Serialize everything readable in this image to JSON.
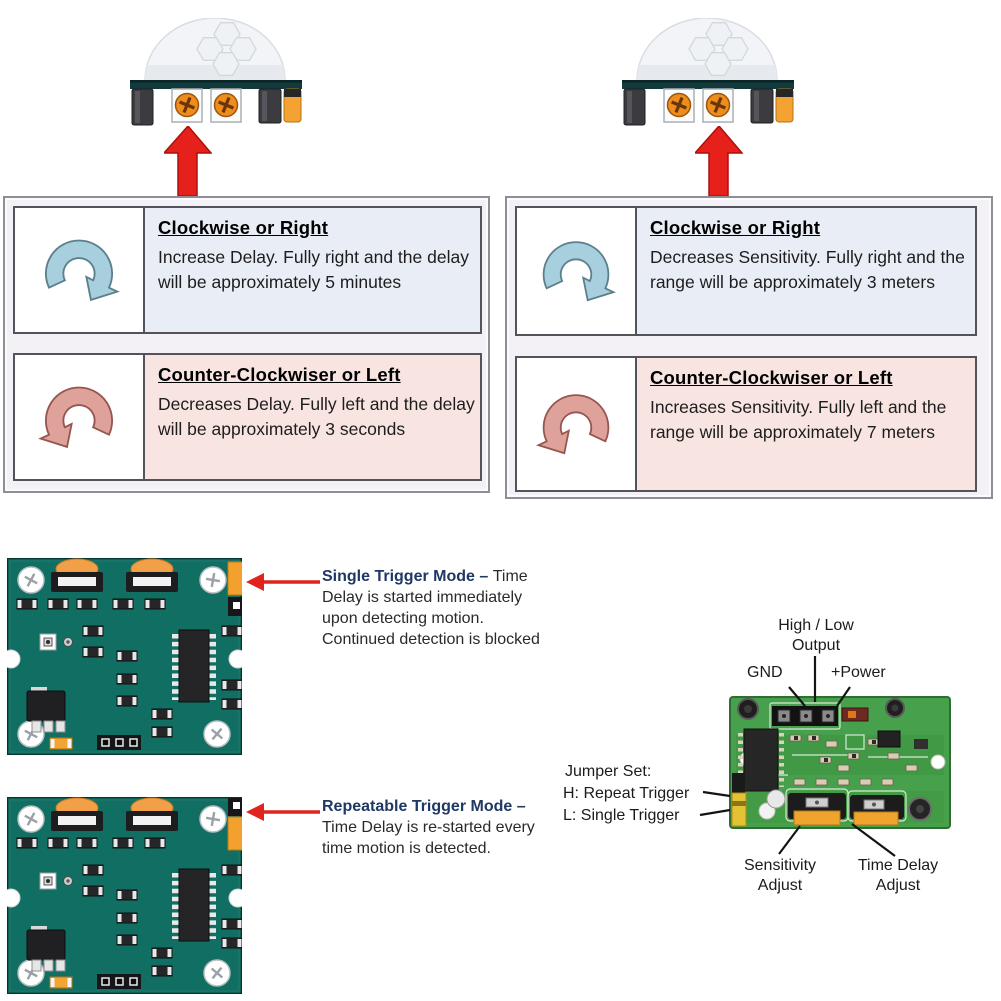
{
  "title": "PIR motion sensor adjustment diagram",
  "tables": {
    "delay": {
      "rows": [
        {
          "heading": "Clockwise or Right",
          "body": "Increase Delay.  Fully right and the delay will be approximately 5 minutes",
          "icon": "clockwise-arrow-icon"
        },
        {
          "heading": "Counter-Clockwiser or Left",
          "body": "Decreases Delay.  Fully left and the delay will be approximately 3 seconds",
          "icon": "counter-clockwise-arrow-icon"
        }
      ]
    },
    "sensitivity": {
      "rows": [
        {
          "heading": "Clockwise or Right",
          "body": "Decreases Sensitivity.  Fully right and the range will be approximately 3 meters",
          "icon": "clockwise-arrow-icon"
        },
        {
          "heading": "Counter-Clockwiser or Left",
          "body": "Increases Sensitivity.  Fully left and the range will be approximately 7 meters",
          "icon": "counter-clockwise-arrow-icon"
        }
      ]
    }
  },
  "annotations": {
    "single": {
      "lead": "Single Trigger Mode – ",
      "body": "Time Delay is started immediately upon detecting motion. Continued detection is blocked"
    },
    "repeat": {
      "lead": "Repeatable Trigger Mode – ",
      "body": "Time Delay is re-started every time motion is detected."
    }
  },
  "pcb_labels": {
    "high_low": "High / Low",
    "output": "Output",
    "gnd": "GND",
    "power": "+Power",
    "jumper_set": "Jumper Set:",
    "jumper_h": "H: Repeat Trigger",
    "jumper_l": "L: Single Trigger",
    "sensitivity_line1": "Sensitivity",
    "sensitivity_line2": "Adjust",
    "time_delay_line1": "Time Delay",
    "time_delay_line2": "Adjust"
  },
  "icons": [
    "clockwise-arrow-icon",
    "counter-clockwise-arrow-icon",
    "red-up-arrow-icon",
    "red-left-arrow-icon",
    "pir-sensor-front-icon",
    "pir-board-back-icon",
    "pir-board-photo-icon"
  ],
  "colors": {
    "table_row_clockwise_bg": "#e9edf5",
    "table_row_counter_bg": "#f8e5e1",
    "table_outer_border": "#8f8d95",
    "table_row_border": "#53535b",
    "clockwise_arrow": "#a8cfdd",
    "counter_arrow": "#dfa29b",
    "red_arrow": "#e2231a",
    "annotation_lead": "#1f3864",
    "board_teal": "#116e62",
    "board_photo_green": "#47a04b",
    "pot_orange": "#ee8c1c",
    "jumper_orange": "#f3a12e",
    "jumper_yellow": "#e3c235"
  }
}
